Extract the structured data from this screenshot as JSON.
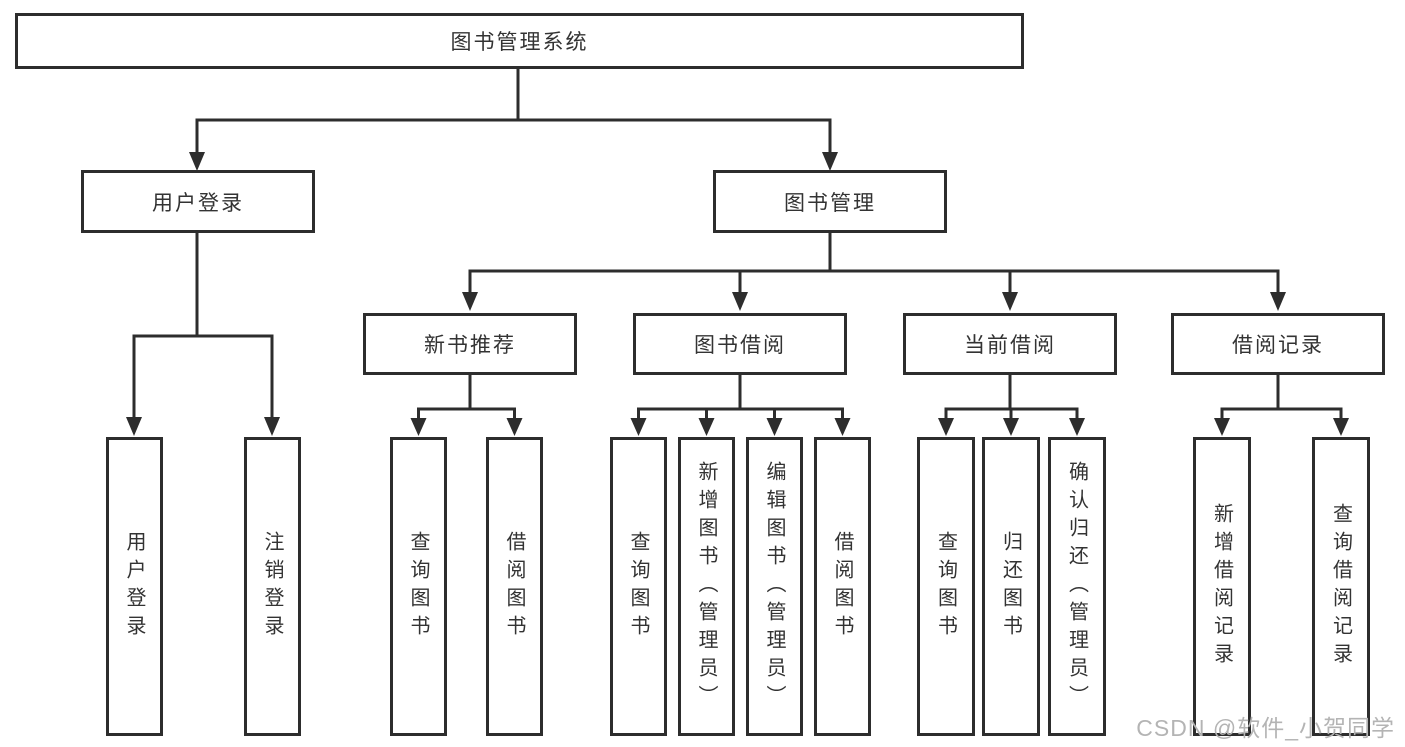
{
  "tree": {
    "root": "图书管理系统",
    "children": [
      {
        "label": "用户登录",
        "leaves": [
          "用户登录",
          "注销登录"
        ]
      },
      {
        "label": "图书管理",
        "children": [
          {
            "label": "新书推荐",
            "leaves": [
              "查询图书",
              "借阅图书"
            ]
          },
          {
            "label": "图书借阅",
            "leaves": [
              "查询图书",
              "新增图书（管理员）",
              "编辑图书（管理员）",
              "借阅图书"
            ]
          },
          {
            "label": "当前借阅",
            "leaves": [
              "查询图书",
              "归还图书",
              "确认归还（管理员）"
            ]
          },
          {
            "label": "借阅记录",
            "leaves": [
              "新增借阅记录",
              "查询借阅记录"
            ]
          }
        ]
      }
    ]
  },
  "watermark": "CSDN @软件_小贺同学",
  "colors": {
    "line": "#2d2d2d",
    "text": "#333333",
    "watermark": "#b4b4b4",
    "background": "#ffffff"
  }
}
